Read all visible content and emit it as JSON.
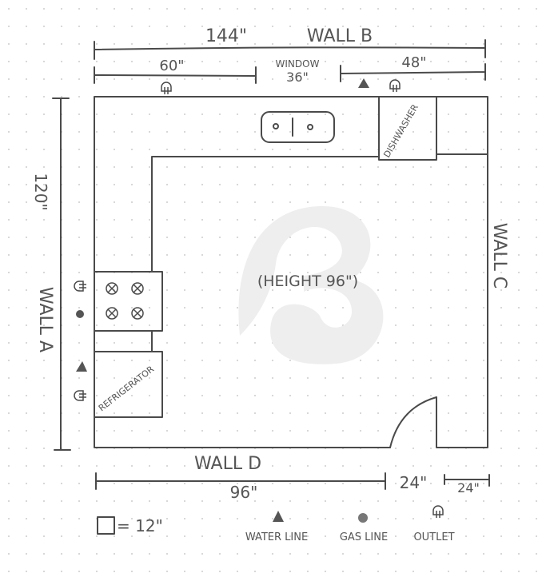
{
  "walls": {
    "a": "WALL A",
    "b": "WALL B",
    "c": "WALL C",
    "d": "WALL D"
  },
  "dimensions": {
    "wall_b_total": "144\"",
    "wall_b_left": "60\"",
    "window_label": "WINDOW",
    "window_width": "36\"",
    "wall_b_right": "48\"",
    "wall_a_total": "120\"",
    "wall_d_main": "96\"",
    "door_opening": "24\"",
    "wall_d_right": "24\""
  },
  "appliances": {
    "dishwasher": "DISHWASHER",
    "refrigerator": "REFRIGERATOR"
  },
  "room_note": "(HEIGHT 96\")",
  "legend": {
    "scale": "= 12\"",
    "water_line": "WATER LINE",
    "gas_line": "GAS LINE",
    "outlet": "OUTLET"
  },
  "colors": {
    "pencil": "#4a4a4a",
    "grid_dot": "#bbbbbb",
    "watermark": "#eeeeee"
  }
}
